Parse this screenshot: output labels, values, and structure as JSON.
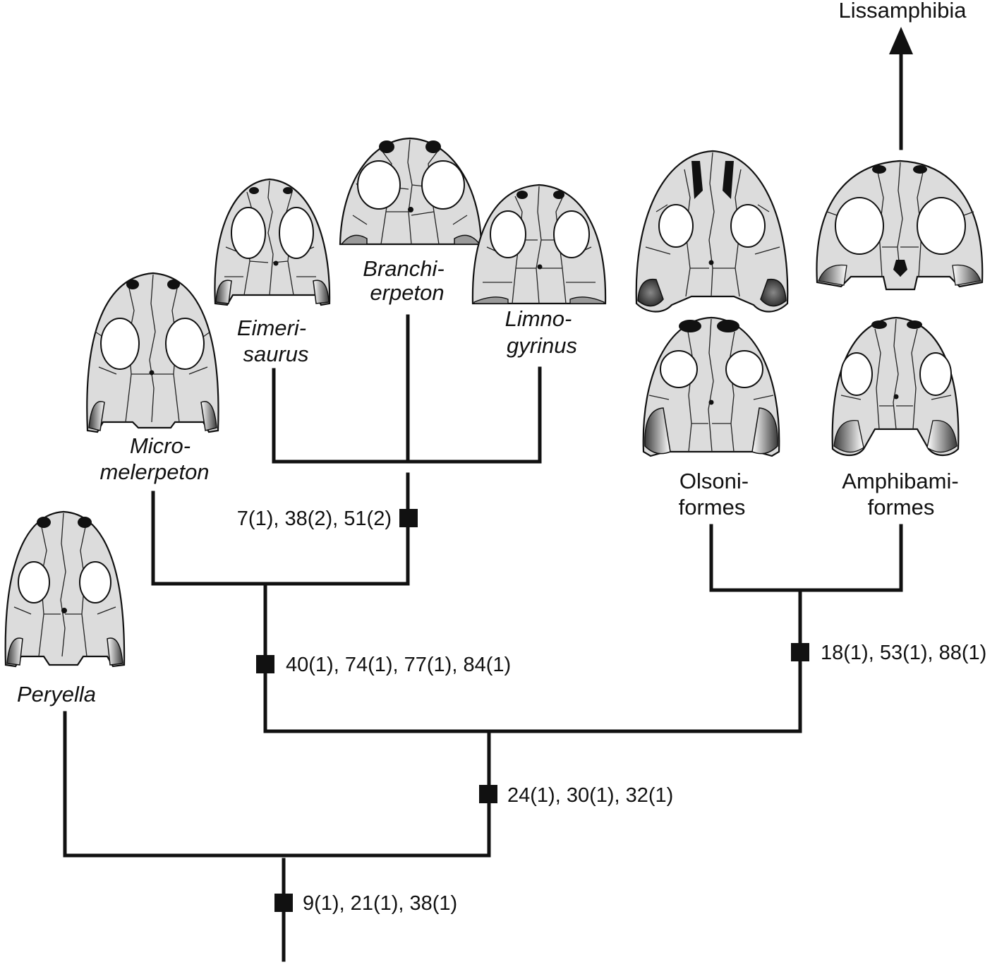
{
  "taxa": {
    "lissamphibia": "Lissamphibia",
    "branchierpeton": [
      "Branchi-",
      "erpeton"
    ],
    "eimerisaurus": [
      "Eimeri-",
      "saurus"
    ],
    "limnogyrinus": [
      "Limno-",
      "gyrinus"
    ],
    "micromelerpeton": [
      "Micro-",
      "melerpeton"
    ],
    "olsoniformes": [
      "Olsoni-",
      "formes"
    ],
    "amphibamiformes": [
      "Amphibami-",
      "formes"
    ],
    "peryella": "Peryella"
  },
  "synapomorphies": {
    "branchierpetontidae_node": "7(1), 38(2), 51(2)",
    "micromelerpeton_node": "40(1), 74(1), 77(1), 84(1)",
    "amphibamiform_node": "18(1), 53(1), 88(1)",
    "crown_node": "24(1), 30(1), 32(1)",
    "root_node": "9(1), 21(1), 38(1)"
  },
  "colors": {
    "line": "#111111",
    "skull_fill": "#dcdcdc",
    "orbit_fill": "#ffffff"
  }
}
